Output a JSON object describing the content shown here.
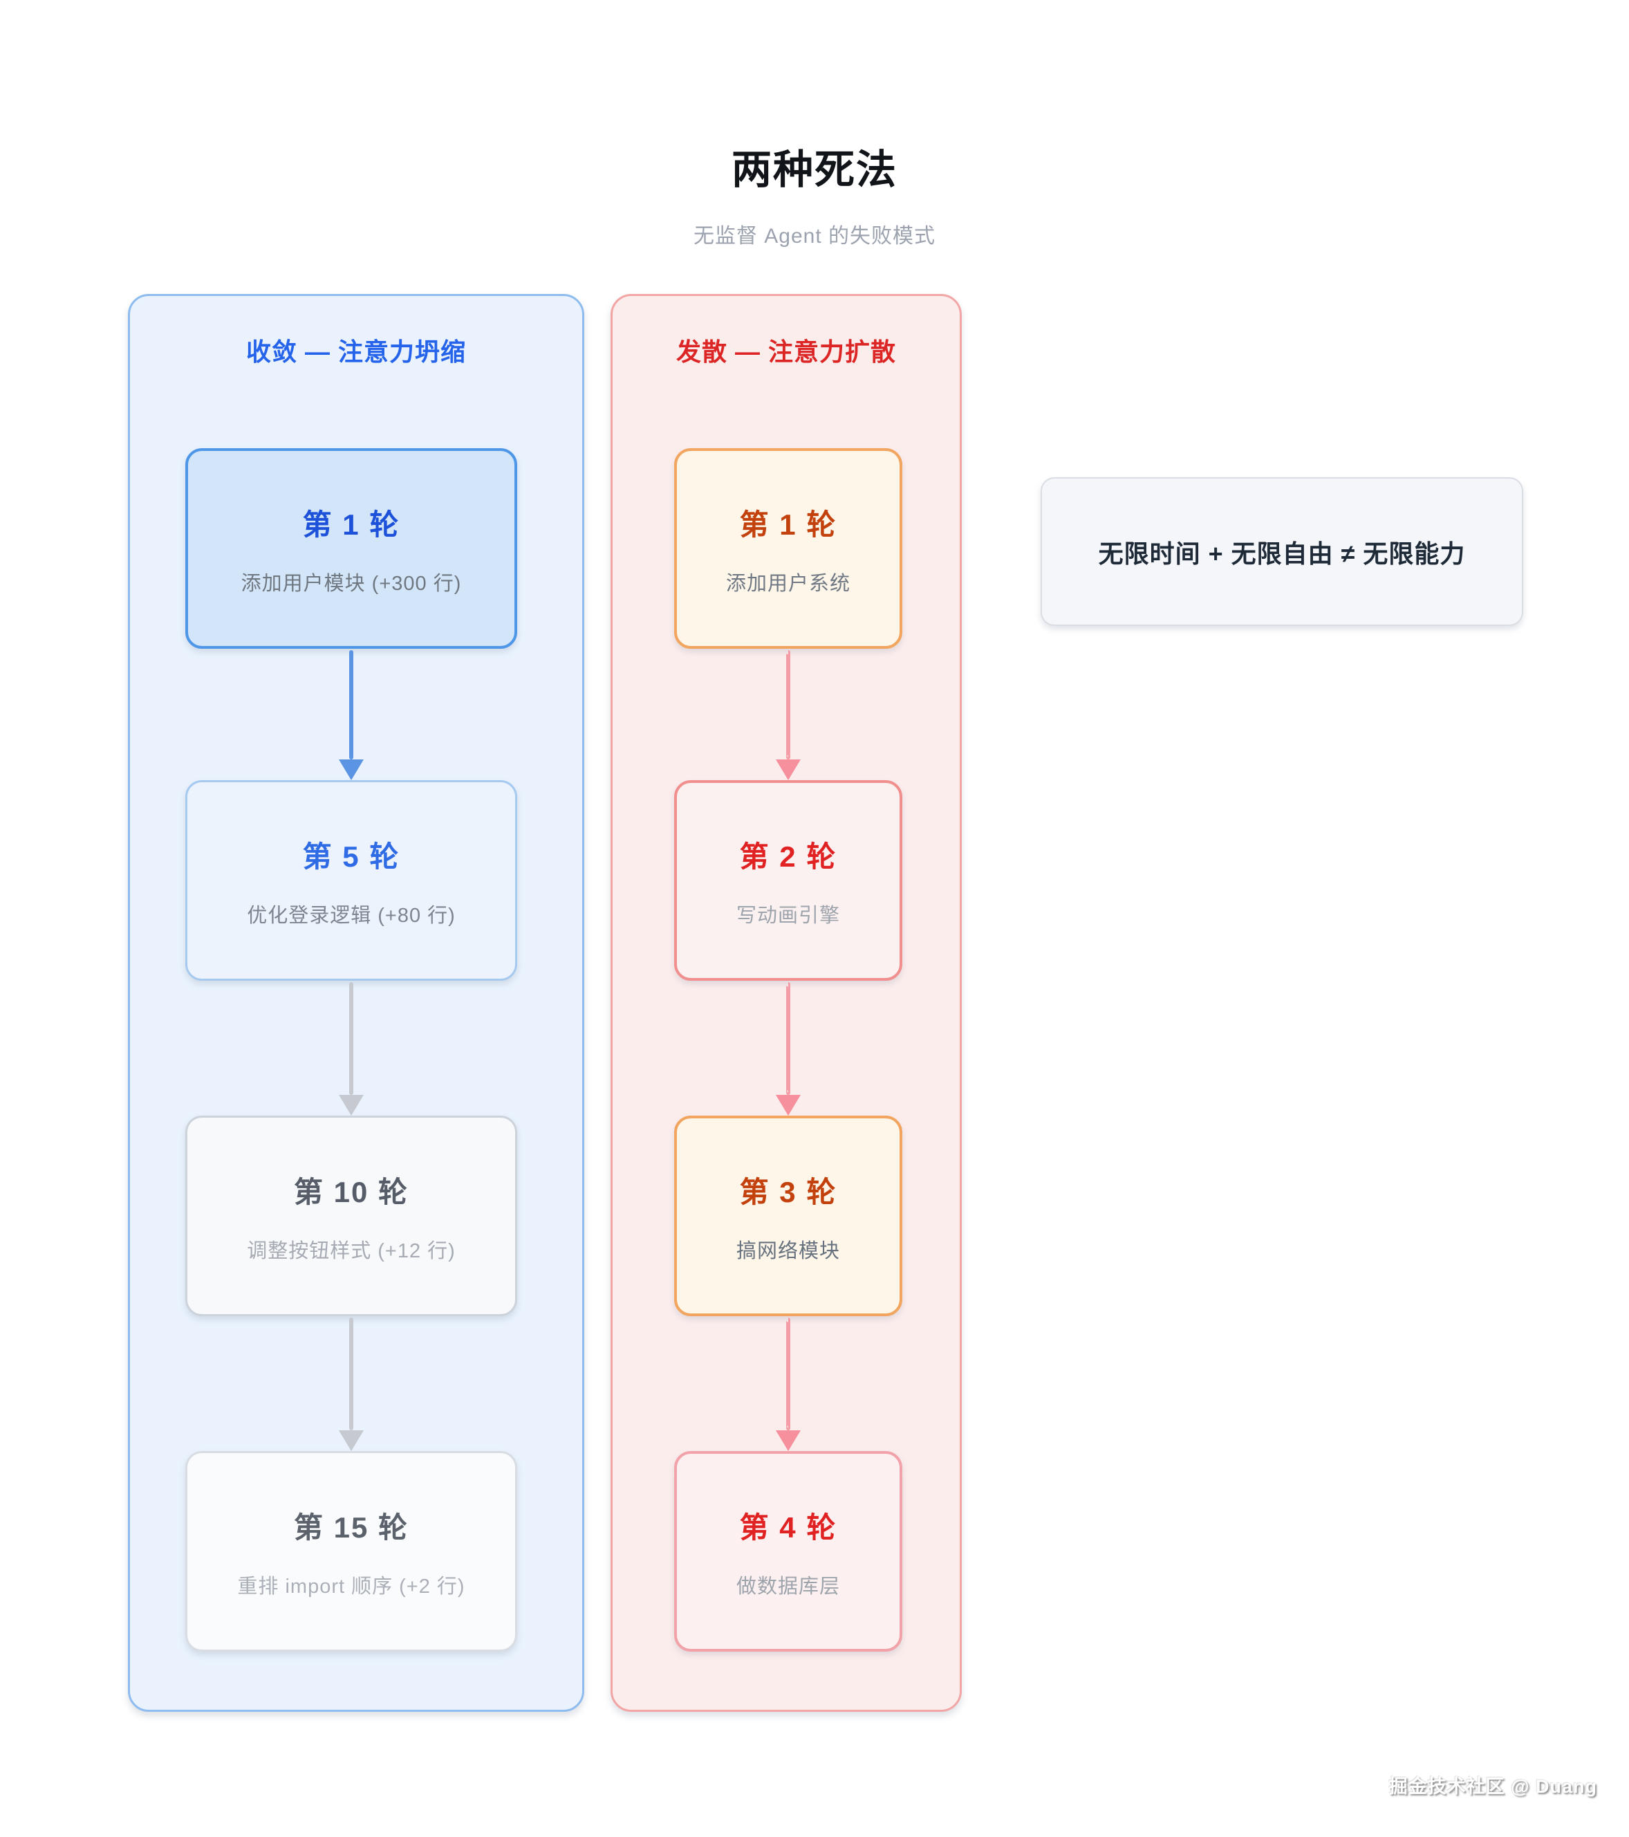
{
  "page": {
    "title": "两种死法",
    "subtitle": "无监督 Agent 的失败模式",
    "watermark": "掘金技术社区 @ Duang"
  },
  "note": {
    "text": "无限时间 + 无限自由 ≠ 无限能力"
  },
  "left_panel": {
    "header": "收敛 — 注意力坍缩",
    "rounds": [
      {
        "title": "第 1 轮",
        "desc": "添加用户模块 (+300 行)"
      },
      {
        "title": "第 5 轮",
        "desc": "优化登录逻辑 (+80 行)"
      },
      {
        "title": "第 10 轮",
        "desc": "调整按钮样式 (+12 行)"
      },
      {
        "title": "第 15 轮",
        "desc": "重排 import 顺序 (+2 行)"
      }
    ]
  },
  "right_panel": {
    "header": "发散 — 注意力扩散",
    "rounds": [
      {
        "title": "第 1 轮",
        "desc": "添加用户系统"
      },
      {
        "title": "第 2 轮",
        "desc": "写动画引擎"
      },
      {
        "title": "第 3 轮",
        "desc": "搞网络模块"
      },
      {
        "title": "第 4 轮",
        "desc": "做数据库层"
      }
    ]
  },
  "colors": {
    "left_accent": "#2563EB",
    "right_accent": "#DC2626",
    "left_panel_bg": "#E9F2FD",
    "left_panel_border": "#8FBCEF",
    "right_panel_bg": "#FCEDED",
    "right_panel_border": "#F2A5A5",
    "highlight_blue_box_bg": "#D3E5F9",
    "highlight_blue_box_border": "#4E96E8",
    "cream_box_bg": "#FDF6E9",
    "cream_box_border": "#F2A55F",
    "pink_box_bg": "#FCF1F1",
    "pink_box_border": "#F18F8F",
    "solid_arrow_blue": "#5B94E2",
    "solid_arrow_gray": "#C6CAD0",
    "dashed_arrow_pink": "#F49DA6",
    "note_bg": "#F4F6F9",
    "note_text": "#1E2A38"
  }
}
